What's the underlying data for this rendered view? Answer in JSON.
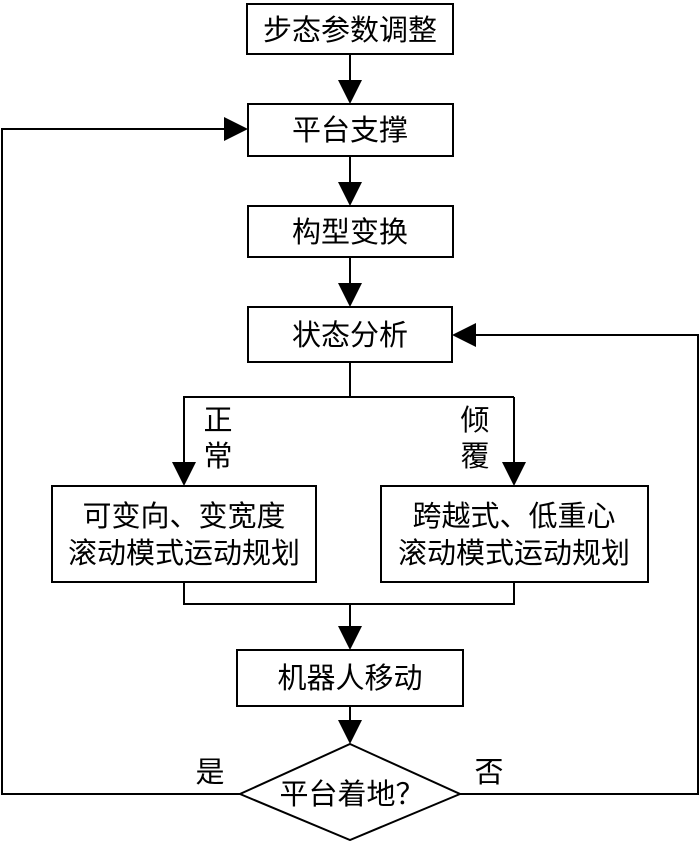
{
  "nodes": {
    "gait_adjust": "步态参数调整",
    "platform_support": "平台支撑",
    "config_transform": "构型变换",
    "state_analysis": "状态分析",
    "normal_planning_line1": "可变向、变宽度",
    "normal_planning_line2": "滚动模式运动规划",
    "tipover_planning_line1": "跨越式、低重心",
    "tipover_planning_line2": "滚动模式运动规划",
    "robot_move": "机器人移动",
    "landing_check": "平台着地？"
  },
  "edge_labels": {
    "normal_char1": "正",
    "normal_char2": "常",
    "tipover_char1": "倾",
    "tipover_char2": "覆",
    "yes": "是",
    "no": "否"
  }
}
